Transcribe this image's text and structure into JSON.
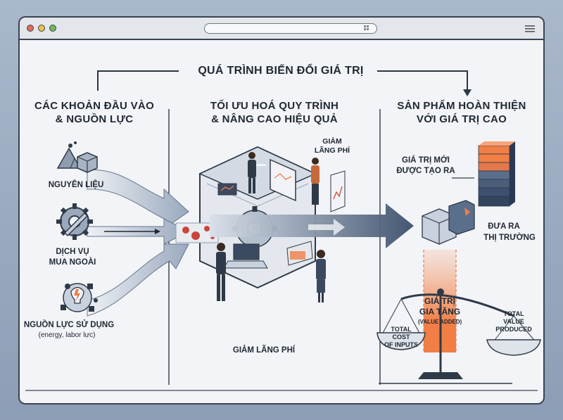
{
  "title": "QUÁ TRÌNH BIẾN ĐỔI GIÁ TRỊ",
  "left": {
    "heading_line1": "CÁC KHOẢN ĐẦU VÀO",
    "heading_line2": "& NGUỒN LỰC",
    "items": [
      {
        "label_line1": "NGUYÊN LIỆU",
        "label_line2": "",
        "note": "",
        "icon": "raw-materials-icon"
      },
      {
        "label_line1": "DỊCH VỤ",
        "label_line2": "MUA NGOÀI",
        "note": "",
        "icon": "gear-wrench-icon"
      },
      {
        "label_line1": "NGUỒN LỰC SỬ DỤNG",
        "label_line2": "",
        "note": "(energy, labor lực)",
        "icon": "energy-labor-icon"
      }
    ]
  },
  "middle": {
    "heading_line1": "TỐI ƯU HOÁ QUY TRÌNH",
    "heading_line2": "& NÂNG CAO HIỆU QUẢ",
    "waste_top_line1": "GIẢM",
    "waste_top_line2": "LÃNG PHÍ",
    "waste_bottom": "GIẢM LÃNG PHÍ"
  },
  "right": {
    "heading_line1": "SẢN PHẨM HOÀN THIỆN",
    "heading_line2": "VỚI GIÁ TRỊ CAO",
    "new_value_line1": "GIÁ TRỊ MỚI",
    "new_value_line2": "ĐƯỢC TẠO RA",
    "market_line1": "ĐƯA RA",
    "market_line2": "THỊ TRƯỜNG",
    "added_value_line1": "GIÁ TRỊ",
    "added_value_line2": "GIA TĂNG",
    "added_value_line3": "(VALUE ADDED)",
    "cost_line1": "TOTAL",
    "cost_line2": "COST",
    "cost_line3": "OF INPUTS",
    "produced_line1": "TOTAL",
    "produced_line2": "VALUE",
    "produced_line3": "PRODUCED"
  },
  "colors": {
    "accent_orange": "#f07e45",
    "navy": "#2f4058",
    "steel": "#6b7b92",
    "arrow_light": "#c8d1de",
    "red_waste": "#c8463a"
  }
}
